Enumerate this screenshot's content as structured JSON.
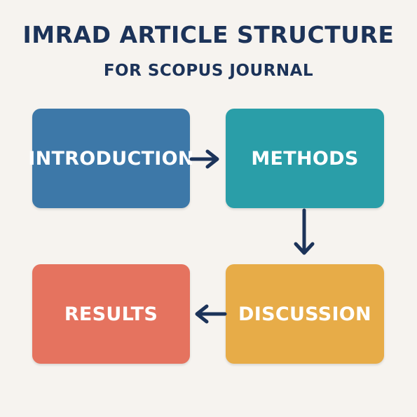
{
  "title": "IMRAD ARTICLE STRUCTURE",
  "subtitle": "FOR SCOPUS JOURNAL",
  "nodes": {
    "introduction": {
      "label": "INTRODUCTION",
      "color": "#3d78a8"
    },
    "methods": {
      "label": "METHODS",
      "color": "#2a9ea8"
    },
    "results": {
      "label": "RESULTS",
      "color": "#e5735f"
    },
    "discussion": {
      "label": "DISCUSSION",
      "color": "#e7ac48"
    }
  },
  "edges": [
    {
      "from": "introduction",
      "to": "methods"
    },
    {
      "from": "methods",
      "to": "discussion"
    },
    {
      "from": "discussion",
      "to": "results"
    }
  ],
  "colors": {
    "background": "#f6f3ef",
    "title": "#1c3359",
    "arrow": "#1c3359"
  }
}
